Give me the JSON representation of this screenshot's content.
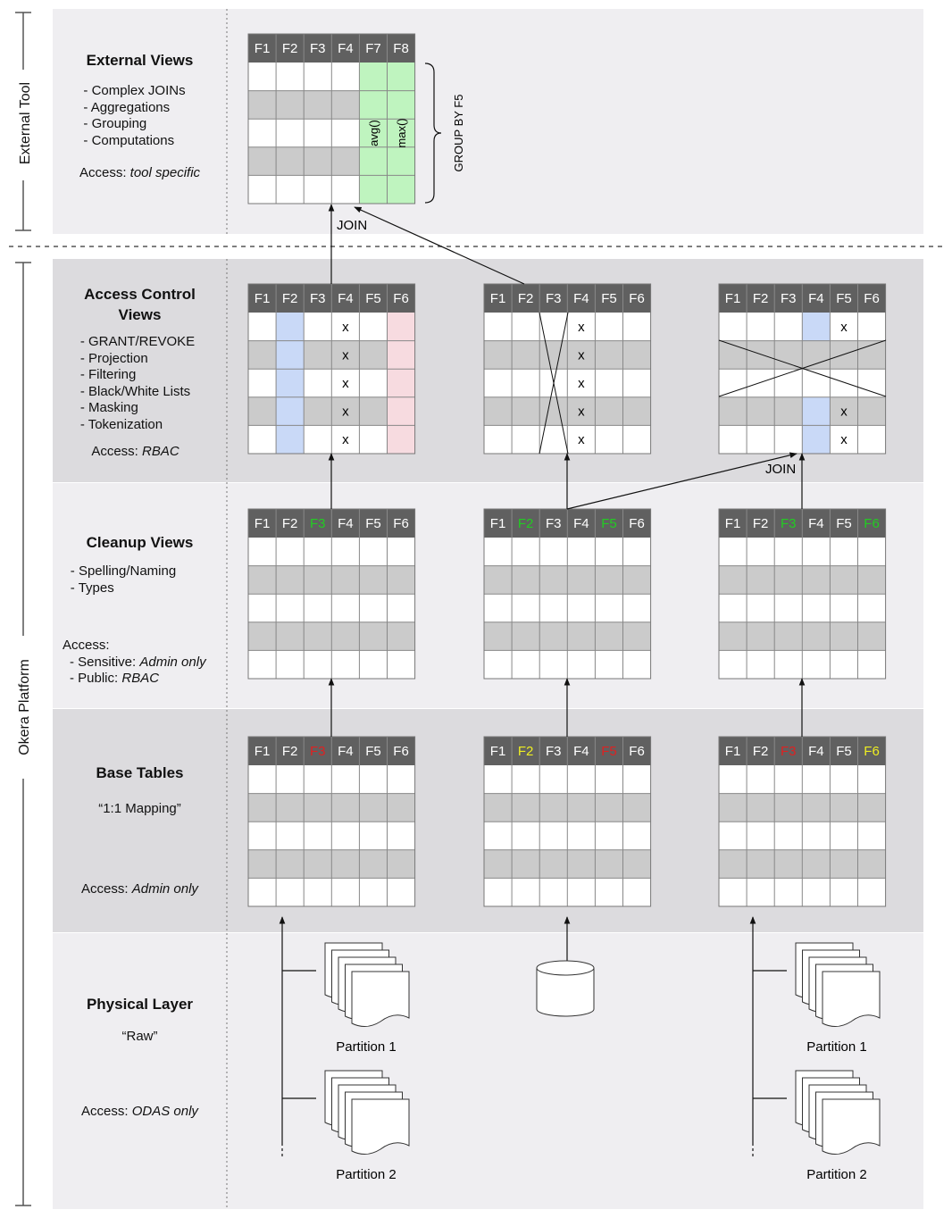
{
  "side_labels": {
    "external_tool": "External Tool",
    "platform": "Okera Platform"
  },
  "layers": {
    "external": {
      "title": "External Views",
      "items": [
        "- Complex JOINs",
        "- Aggregations",
        "- Grouping",
        "- Computations"
      ],
      "access_prefix": "Access: ",
      "access_value": "tool specific"
    },
    "access_control": {
      "title_line1": "Access Control",
      "title_line2": "Views",
      "items": [
        "- GRANT/REVOKE",
        "- Projection",
        "- Filtering",
        "- Black/White Lists",
        "- Masking",
        "- Tokenization"
      ],
      "access_prefix": "Access: ",
      "access_value": "RBAC"
    },
    "cleanup": {
      "title": "Cleanup Views",
      "items": [
        "- Spelling/Naming",
        "- Types"
      ],
      "access_header": "Access:",
      "sensitive_prefix": "- Sensitive: ",
      "sensitive_value": "Admin only",
      "public_prefix": "- Public: ",
      "public_value": "RBAC"
    },
    "base": {
      "title": "Base Tables",
      "subtitle": "“1:1 Mapping”",
      "access_prefix": "Access: ",
      "access_value": "Admin only"
    },
    "physical": {
      "title": "Physical Layer",
      "subtitle": "“Raw”",
      "access_prefix": "Access: ",
      "access_value": "ODAS only"
    }
  },
  "tables": {
    "external": {
      "headers": [
        "F1",
        "F2",
        "F3",
        "F4",
        "F7",
        "F8"
      ],
      "func1": "avg()",
      "func2": "max()",
      "group_by": "GROUP BY F5"
    },
    "access_left": {
      "headers": [
        "F1",
        "F2",
        "F3",
        "F4",
        "F5",
        "F6"
      ],
      "marks": [
        "x",
        "x",
        "x",
        "x",
        "x"
      ]
    },
    "access_mid": {
      "headers": [
        "F1",
        "F2",
        "F3",
        "F4",
        "F5",
        "F6"
      ],
      "marks": [
        "x",
        "x",
        "x",
        "x",
        "x"
      ]
    },
    "access_right": {
      "headers": [
        "F1",
        "F2",
        "F3",
        "F4",
        "F5",
        "F6"
      ],
      "marks": [
        "x",
        "x",
        "x"
      ]
    },
    "cleanup_left": {
      "headers": [
        "F1",
        "F2",
        "F3",
        "F4",
        "F5",
        "F6"
      ]
    },
    "cleanup_mid": {
      "headers": [
        "F1",
        "F2",
        "F3",
        "F4",
        "F5",
        "F6"
      ]
    },
    "cleanup_right": {
      "headers": [
        "F1",
        "F2",
        "F3",
        "F4",
        "F5",
        "F6"
      ]
    },
    "base_left": {
      "headers": [
        "F1",
        "F2",
        "F3",
        "F4",
        "F5",
        "F6"
      ]
    },
    "base_mid": {
      "headers": [
        "F1",
        "F2",
        "F3",
        "F4",
        "F5",
        "F6"
      ]
    },
    "base_right": {
      "headers": [
        "F1",
        "F2",
        "F3",
        "F4",
        "F5",
        "F6"
      ]
    }
  },
  "join_labels": {
    "top": "JOIN",
    "right": "JOIN"
  },
  "partitions": {
    "p1": "Partition 1",
    "p2": "Partition 2"
  },
  "colors": {
    "header_bg": "#606060",
    "header_text": "#ffffff",
    "green_text": "#22cc22",
    "red_text": "#dd2222",
    "yellow_text": "#eeee22",
    "blue_fill": "#c9d9f7",
    "pink_fill": "#f7dbe0",
    "green_fill": "#bff4bf",
    "gray_row": "#cbcbcb",
    "band_light": "#efeef1",
    "band_dark": "#dcdbde"
  }
}
